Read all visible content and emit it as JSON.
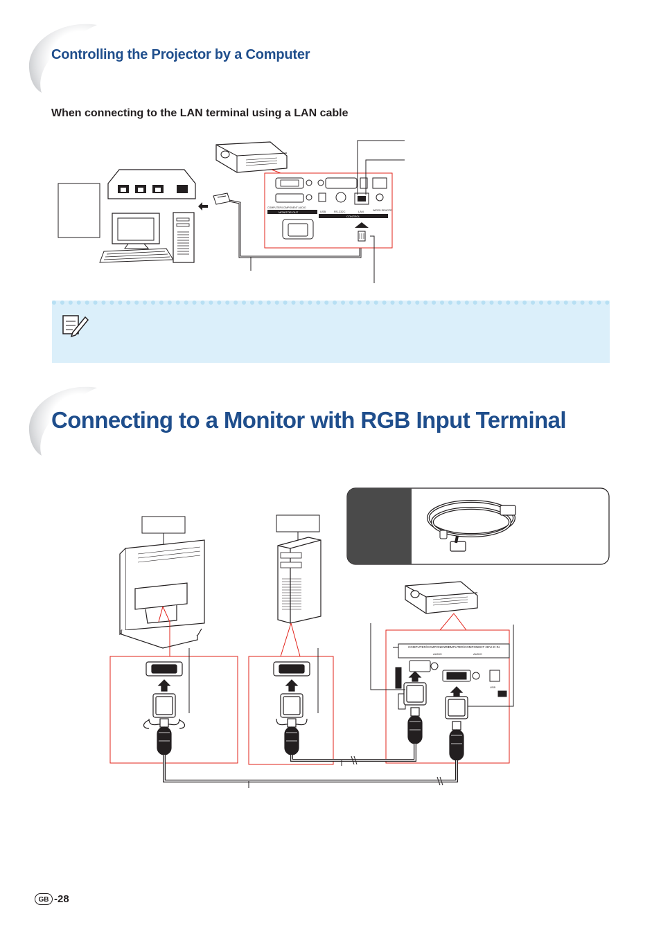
{
  "header": {
    "section_title": "Controlling the Projector by a Computer"
  },
  "lan_section": {
    "subheading": "When connecting to the LAN terminal using a LAN cable",
    "panel_labels": {
      "computer_component_audio": "COMPUTER/COMPONENT AUDIO",
      "monitor_out": "MONITOR OUT",
      "usb": "USB",
      "rs232c": "RS-232C",
      "lan": "LAN",
      "wired_remote": "WIRED REMOTE",
      "control": "CONTROL"
    }
  },
  "monitor_section": {
    "title": "Connecting to a Monitor with RGB Input Terminal",
    "panel_labels": {
      "computer_component_1": "COMPUTER/COMPONENT 1",
      "computer_component_2": "COMPUTER/COMPONENT 2",
      "dvi": "DVI-D IN",
      "audio": "AUDIO",
      "usb": "USB"
    }
  },
  "footer": {
    "badge": "GB",
    "page_number": "-28"
  }
}
